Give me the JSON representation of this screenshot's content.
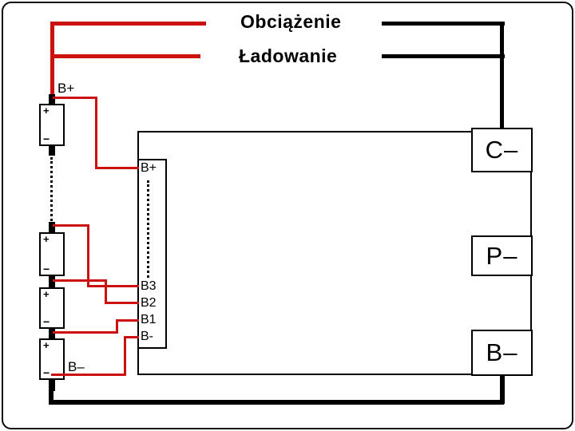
{
  "labels": {
    "load": "Obciążenie",
    "charge": "Ładowanie"
  },
  "pack": {
    "positive_label": "B+",
    "negative_label": "B–",
    "battery_plus": "+",
    "battery_minus": "−",
    "cells_shown": 4
  },
  "bms": {
    "pins": [
      {
        "label": "B+"
      },
      {
        "label": "B3"
      },
      {
        "label": "B2"
      },
      {
        "label": "B1"
      },
      {
        "label": "B-"
      }
    ],
    "terminals": [
      {
        "label": "C–"
      },
      {
        "label": "P–"
      },
      {
        "label": "B–"
      }
    ]
  },
  "colors": {
    "wire-red": "#cc1111",
    "wire-black": "#000000"
  }
}
